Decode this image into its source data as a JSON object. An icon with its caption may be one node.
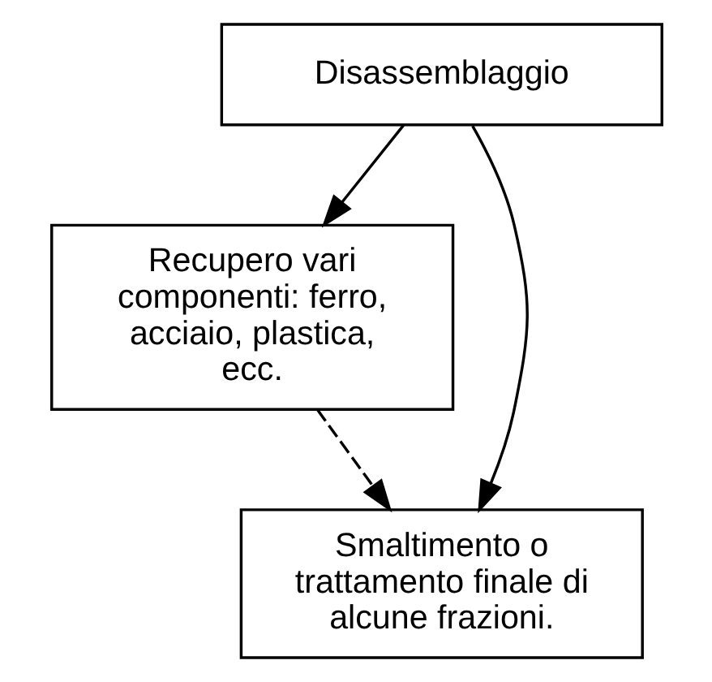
{
  "diagram": {
    "nodes": [
      {
        "text": [
          "Disassemblaggio"
        ]
      },
      {
        "text": [
          "Recupero vari componenti: ferro, acciaio, plastica, ecc."
        ]
      },
      {
        "text": [
          "Smaltimento o trattamento finale di alcune frazioni."
        ]
      }
    ],
    "edges": [
      {
        "from": 0,
        "to": 1,
        "arrow": "to"
      },
      {
        "from": 0,
        "to": 2,
        "arrow": "to"
      },
      {
        "from": 1,
        "to": 2,
        "arrow": "to",
        "style": "dashed"
      }
    ]
  }
}
